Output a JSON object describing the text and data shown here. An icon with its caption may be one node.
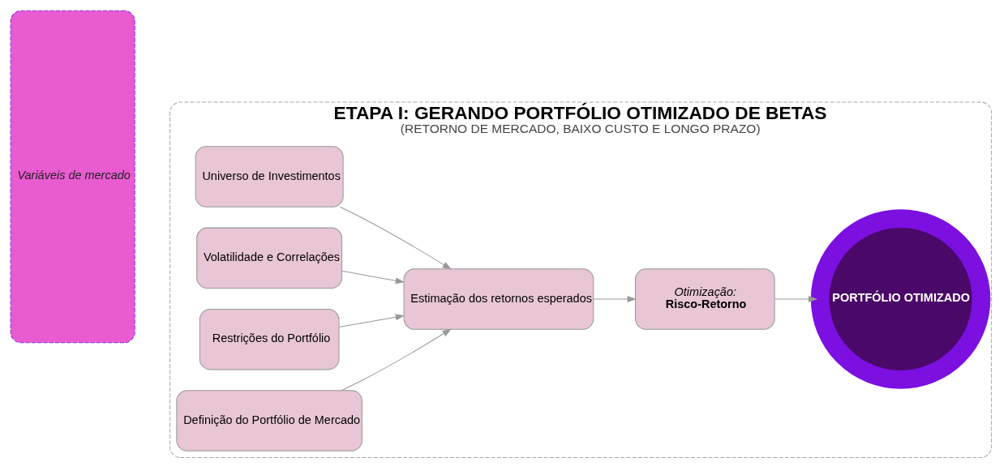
{
  "diagram": {
    "nodes": [
      {
        "text": [
          "ETAPA I: GERANDO PORTFÓLIO OTIMIZADO DE BETAS",
          "(RETORNO DE MERCADO, BAIXO CUSTO E LONGO PRAZO)"
        ]
      },
      {
        "text": [
          "Variáveis de mercado"
        ]
      },
      {
        "text": [
          "Universo de Investimentos"
        ],
        "in": 0
      },
      {
        "text": [
          "Volatilidade e Correlações"
        ],
        "in": 0
      },
      {
        "text": [
          "Restrições do Portfólio"
        ],
        "in": 0
      },
      {
        "text": [
          "Definição do Portfólio de Mercado"
        ],
        "in": 0
      },
      {
        "text": [
          "Estimação dos retornos esperados"
        ],
        "in": 0
      },
      {
        "text": [
          "Otimização:",
          "Risco-Retorno"
        ],
        "in": 0
      },
      {
        "text": [
          "PORTFÓLIO OTIMIZADO"
        ],
        "in": 0
      }
    ],
    "edges": [
      {
        "from": 2,
        "to": 6,
        "arrow": "to"
      },
      {
        "from": 3,
        "to": 6,
        "arrow": "to"
      },
      {
        "from": 4,
        "to": 6,
        "arrow": "to"
      },
      {
        "from": 5,
        "to": 6,
        "arrow": "to"
      },
      {
        "from": 6,
        "to": 7,
        "arrow": "to"
      },
      {
        "from": 7,
        "to": 8,
        "arrow": "to"
      }
    ]
  }
}
